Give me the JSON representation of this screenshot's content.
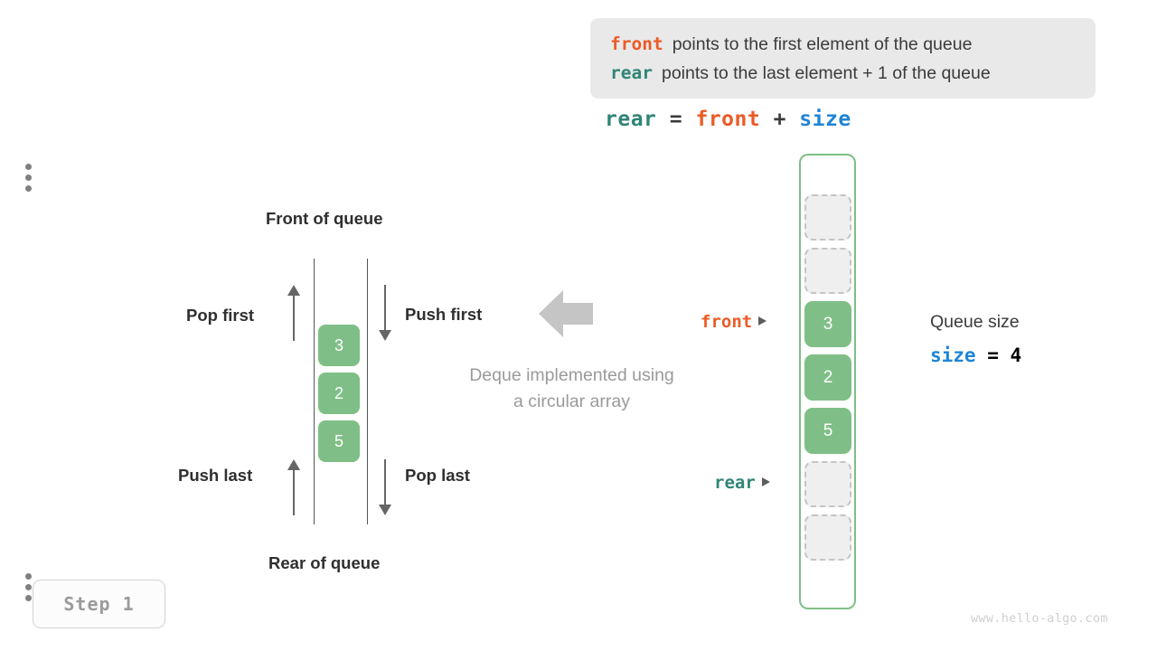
{
  "legend": {
    "lines": [
      {
        "keyword": "front",
        "keyword_color": "#ec5b26",
        "description": "points to the first element of the queue"
      },
      {
        "keyword": "rear",
        "keyword_color": "#2f8576",
        "description": "points to the last element + 1 of the queue"
      }
    ],
    "background": "#e9e9e9"
  },
  "formula": {
    "lhs": "rear",
    "eq": "=",
    "rhs1": "front",
    "plus": "+",
    "rhs2": "size"
  },
  "deque": {
    "front_label": "Front of queue",
    "rear_label": "Rear of queue",
    "operations": {
      "pop_first": "Pop first",
      "push_first": "Push first",
      "push_last": "Push last",
      "pop_last": "Pop last"
    },
    "cells": [
      "3",
      "2",
      "5"
    ],
    "cell_color": "#7fbf87",
    "caption_line1": "Deque implemented using",
    "caption_line2": "a circular array"
  },
  "array": {
    "border_color": "#7fbf87",
    "slots": [
      {
        "value": "",
        "state": "empty"
      },
      {
        "value": "",
        "state": "empty"
      },
      {
        "value": "3",
        "state": "filled"
      },
      {
        "value": "2",
        "state": "filled"
      },
      {
        "value": "5",
        "state": "filled"
      },
      {
        "value": "",
        "state": "empty"
      },
      {
        "value": "",
        "state": "empty"
      }
    ],
    "pointers": {
      "front": "front",
      "rear": "rear"
    }
  },
  "size_info": {
    "title": "Queue size",
    "var": "size",
    "eq": "=",
    "value": "4"
  },
  "step": {
    "label": "Step 1"
  },
  "watermark": {
    "text": "www.hello-algo.com"
  }
}
